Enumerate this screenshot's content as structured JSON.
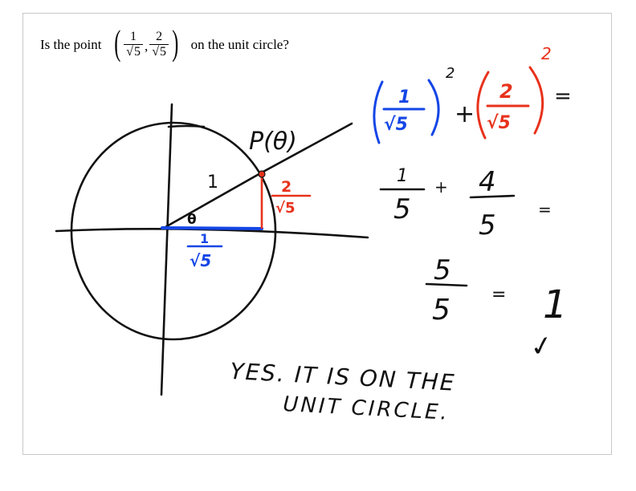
{
  "question": {
    "prefix": "Is the point",
    "point_x_num": "1",
    "point_x_den_radicand": "5",
    "point_y_num": "2",
    "point_y_den_radicand": "5",
    "comma": ",",
    "suffix": "on the unit circle?"
  },
  "diagram": {
    "point_label": "P(θ)",
    "radius_label": "1",
    "angle_label": "θ",
    "y_leg_num": "2",
    "y_leg_den": "√5",
    "x_leg_num": "1",
    "x_leg_den": "√5"
  },
  "work": {
    "term1_num": "1",
    "term1_den": "√5",
    "term2_num": "2",
    "term2_den": "√5",
    "exponent": "2",
    "plus": "+",
    "equals": "=",
    "step2_num_a": "1",
    "step2_num_b": "4",
    "step2_den": "5",
    "step3_num": "5",
    "step3_den": "5",
    "step3_result": "1",
    "check": "✓",
    "conclusion_line1": "YES. IT IS ON THE",
    "conclusion_line2": "UNIT CIRCLE."
  },
  "colors": {
    "ink": "#111111",
    "blue": "#1446e6",
    "red": "#e8321c",
    "frame": "#c8c8c8"
  }
}
